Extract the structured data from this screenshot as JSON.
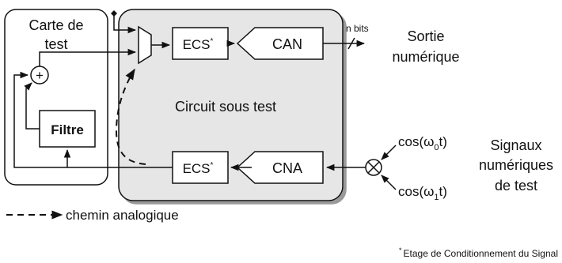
{
  "test_board": {
    "label_line1": "Carte de",
    "label_line2": "test",
    "plus_sign": "+",
    "filter_label": "Filtre"
  },
  "circuit": {
    "label": "Circuit sous test",
    "ecs_top": "ECS",
    "ecs_bottom": "ECS",
    "ecs_marker": "*",
    "can": "CAN",
    "cna": "CNA"
  },
  "output": {
    "bits": "n bits",
    "label_line1": "Sortie",
    "label_line2": "numérique"
  },
  "inputs": {
    "cos0": {
      "prefix": "cos(ω",
      "sub": "0",
      "suffix": "t)"
    },
    "cos1": {
      "prefix": "cos(ω",
      "sub": "1",
      "suffix": "t)"
    },
    "label_line1": "Signaux",
    "label_line2": "numériques",
    "label_line3": "de test"
  },
  "legend": {
    "label": "chemin analogique"
  },
  "footnote": {
    "marker": "*",
    "text": "Etage de Conditionnement du Signal"
  },
  "colors": {
    "circuit_fill": "#e6e6e6",
    "stroke": "#111111"
  }
}
